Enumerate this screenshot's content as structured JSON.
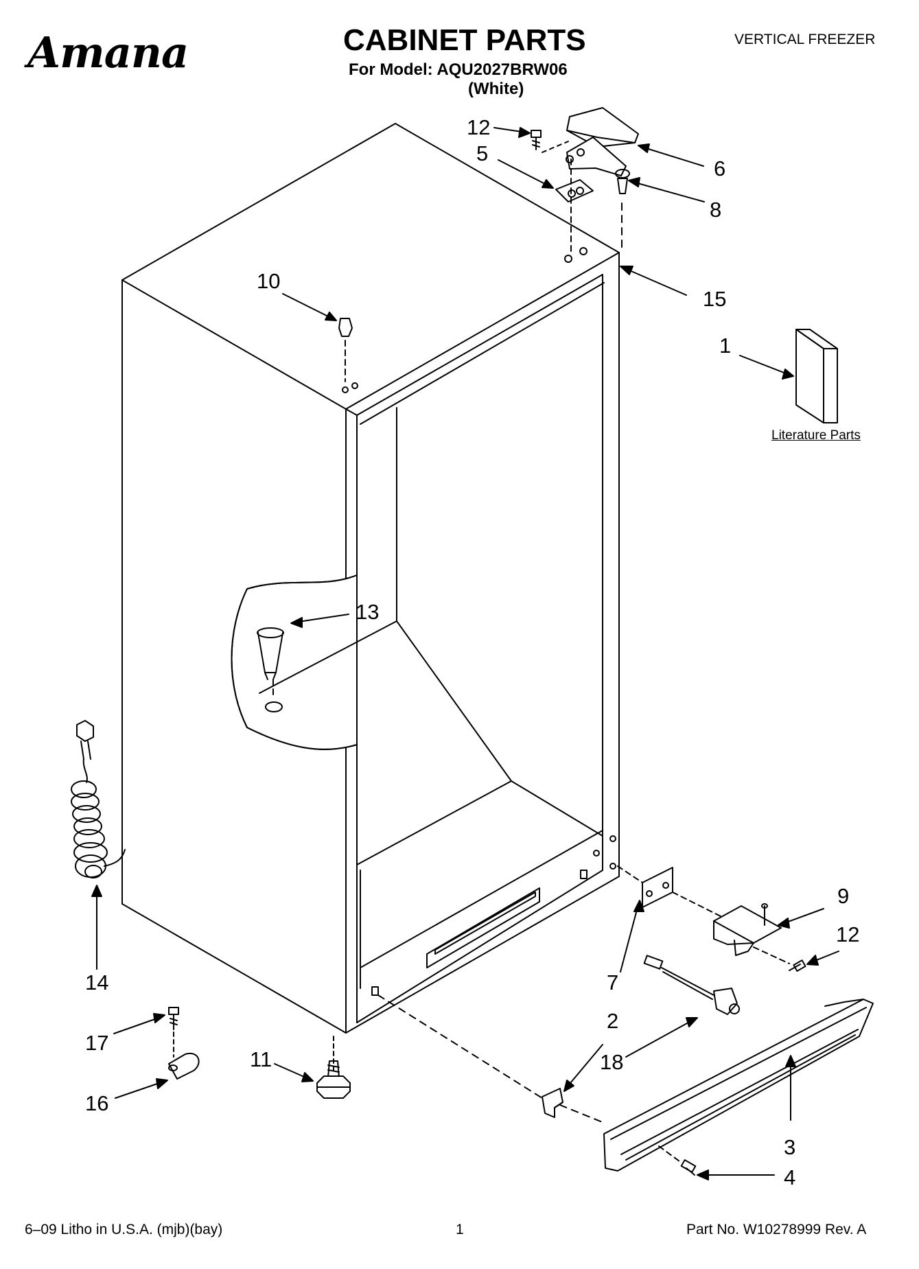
{
  "header": {
    "brand": "Amana",
    "title": "CABINET PARTS",
    "model_line": "For Model: AQU2027BRW06",
    "color_line": "(White)",
    "category": "VERTICAL FREEZER"
  },
  "callouts": {
    "c1": "1",
    "c2": "2",
    "c3": "3",
    "c4": "4",
    "c5": "5",
    "c6": "6",
    "c7": "7",
    "c8": "8",
    "c9": "9",
    "c10": "10",
    "c11": "11",
    "c12a": "12",
    "c12b": "12",
    "c13": "13",
    "c14": "14",
    "c15": "15",
    "c16": "16",
    "c17": "17",
    "c18": "18"
  },
  "literature_label": "Literature Parts",
  "footer": {
    "left": "6–09 Litho in U.S.A. (mjb)(bay)",
    "center": "1",
    "right": "Part No. W10278999 Rev. A"
  }
}
